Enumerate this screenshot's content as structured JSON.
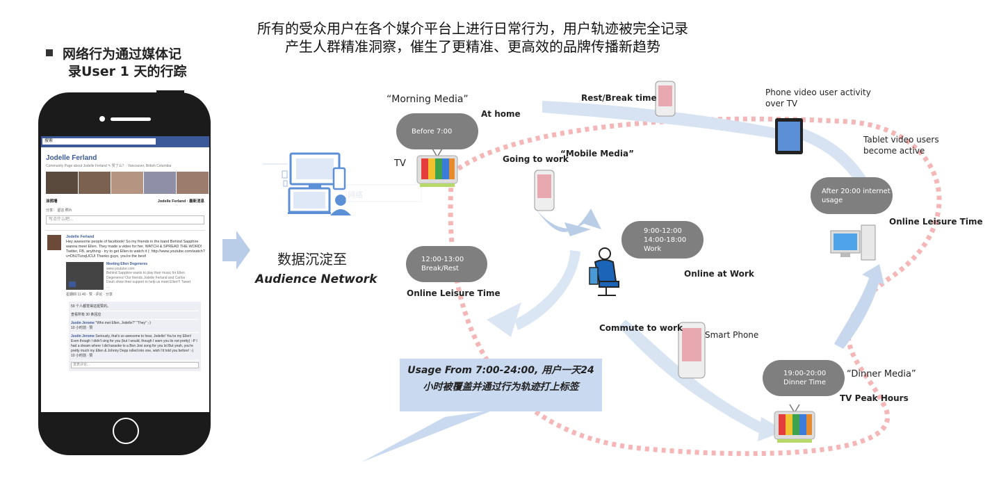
{
  "headline": {
    "line1": "所有的受众用户在各个媒介平台上进行日常行为，用户轨迹被完全记录",
    "line2": "产生人群精准洞察，催生了更精准、更高效的品牌传播新趋势"
  },
  "side_title": {
    "line1": "网络行为通过媒体记",
    "line2": "录User 1 天的行踪"
  },
  "facebook": {
    "search": "搜索",
    "page_name": "Jodelle Ferland",
    "page_sub": "Community Page about Jodelle Ferland  ✎ 赞了么？· Vancouver, British Columbia",
    "wall_label": "涂鸦墙",
    "wall_right": "Jodelle Ferland · 最新消息",
    "share_label": "分享：  留言   照片",
    "compose_placeholder": "写点什么吧...",
    "post_author": "Jodelle Ferland",
    "post_text": "Hey awesome people of facebook! So my friends in the band Behind Sapphire wanna meet Ellen. They made a video for her. WATCH & SPREAD THE WORD! Twitter, FB, anything - try to get Ellen to watch it (: http://www.youtube.com/watch?v=DNJTunqUCUI Thanks guys, you're the best!",
    "video_title": "Meeting Ellen Degeneres",
    "video_url": "www.youtube.com",
    "video_desc": "Behind Sapphire wants to play their music for Ellen Degeneres! Our friends Jodelle Ferland and Carlos Douh show their support to help us meet Ellen!!! Tweet ...",
    "post_meta": "星期四 11:40 · 赞 · 评论 · 分享",
    "likes": "59 个人都觉得这挺赞的。",
    "view_all": "查看所有 30 条回应",
    "c1_author": "Justin Jerome",
    "c1_text": "\"Who met Ellen, Jodelle?\" \"They\" ;-)",
    "c1_meta": "10 小时前 · 赞",
    "c2_author": "Justin Jerome",
    "c2_text": "Seriously, that's so awesome to hear, Jodelle! You're my Ellen! Even though I didn't sing for you (but I would, though I warn you its not pretty) :-P I had a dream where I did karaoke to a Bon Jovi song for you lol But yeah, you're pretty much my Ellen & Johnny Depp rolled into one, wish I'd told you before! :-)",
    "c2_meta": "10 小时前 · 赞",
    "comment_placeholder": "发表评论..."
  },
  "audience": {
    "cn": "数据沉淀至",
    "en": "Audience Network"
  },
  "usage": {
    "line1": "Usage From 7:00-24:00, 用户一天24",
    "line2": "小时被覆盖并通过行为轨迹打上标签"
  },
  "diagram": {
    "morning_media": "“Morning Media”",
    "at_home": "At home",
    "before7": "Before 7:00",
    "tv": "TV",
    "rest_break": "Rest/Break time",
    "going_to_work": "Going to work",
    "mobile_media": "“Mobile Media”",
    "phone_video": "Phone video user activity",
    "over_tv": "over TV",
    "tablet_users": "Tablet video users",
    "become_active": "become active",
    "after20_1": "After 20:00 internet",
    "after20_2": "usage",
    "online_leisure_right": "Online Leisure Time",
    "work_1": "9:00-12:00",
    "work_2": "14:00-18:00",
    "work_3": "Work",
    "online_at_work": "Online at Work",
    "break_1": "12:00-13:00",
    "break_2": "Break/Rest",
    "online_leisure_left": "Online Leisure Time",
    "commute": "Commute to work",
    "smart_phone": "Smart Phone",
    "dinner_1": "19:00-20:00",
    "dinner_2": "Dinner Time",
    "dinner_media": "“Dinner Media”",
    "tv_peak": "TV Peak Hours",
    "faded_label": "网络"
  },
  "colors": {
    "bubble": "#7f7f7f",
    "dotted_path": "#f4b6b6",
    "flow_arrow": "#b8cde8",
    "usage_box": "#c9d9f0",
    "facebook_blue": "#3b5998",
    "phone_body": "#1b1b1b"
  }
}
